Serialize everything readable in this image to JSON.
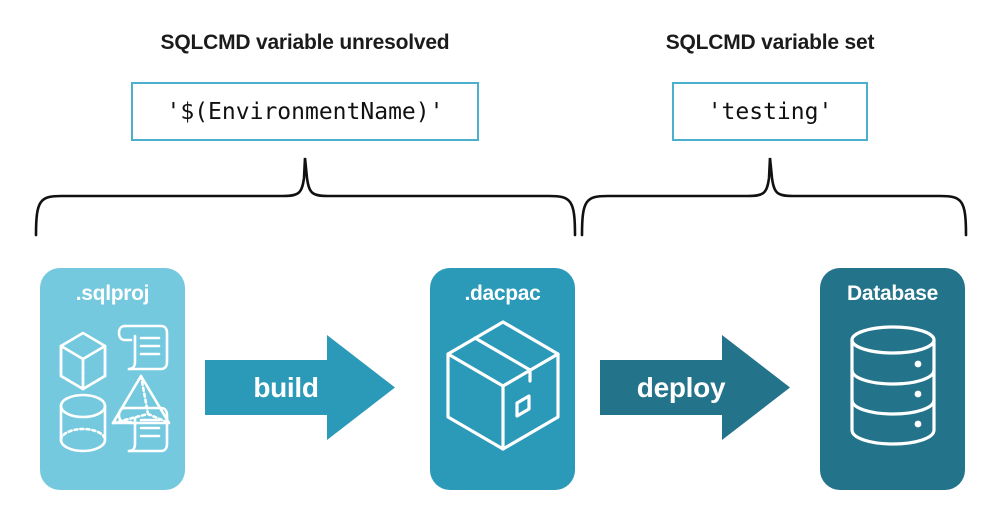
{
  "headings": {
    "left": "SQLCMD variable unresolved",
    "right": "SQLCMD variable set"
  },
  "code_boxes": {
    "left_value": "'$(EnvironmentName)'",
    "right_value": "'testing'"
  },
  "stages": [
    {
      "label": ".sqlproj",
      "icon": "sql-objects-icon",
      "color": "#74c9de"
    },
    {
      "label": ".dacpac",
      "icon": "package-box-icon",
      "color": "#2b99b8"
    },
    {
      "label": "Database",
      "icon": "database-cylinder-icon",
      "color": "#23738a"
    }
  ],
  "arrows": [
    {
      "label": "build",
      "icon": "arrow-right-icon",
      "color": "#2b99b8"
    },
    {
      "label": "deploy",
      "icon": "arrow-right-icon",
      "color": "#23738a"
    }
  ],
  "braces": {
    "left_icon": "curly-brace-icon",
    "right_icon": "curly-brace-icon",
    "color": "#111111"
  },
  "colors": {
    "background": "#ffffff",
    "text": "#1b1b1b",
    "code_border": "#4cafcd",
    "light_teal": "#74c9de",
    "mid_teal": "#2b99b8",
    "dark_teal": "#23738a"
  }
}
